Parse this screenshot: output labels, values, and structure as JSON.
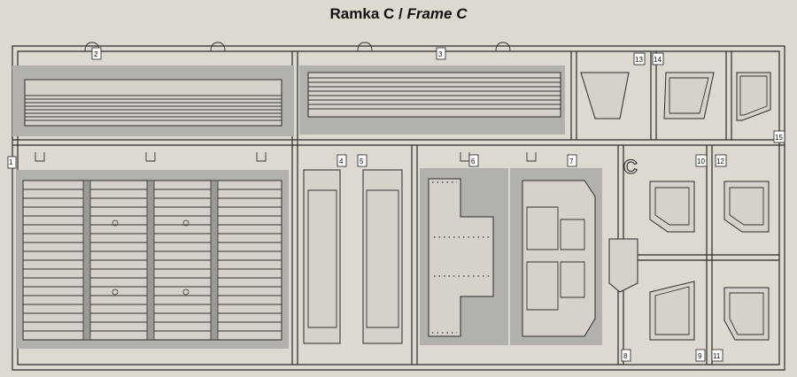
{
  "title": {
    "main": "Ramka C",
    "sep": " / ",
    "italic": "Frame C"
  },
  "part_numbers": [
    "1",
    "2",
    "3",
    "4",
    "5",
    "6",
    "7",
    "8",
    "9",
    "10",
    "11",
    "12",
    "13",
    "14",
    "15"
  ],
  "sprue_letter": "C"
}
